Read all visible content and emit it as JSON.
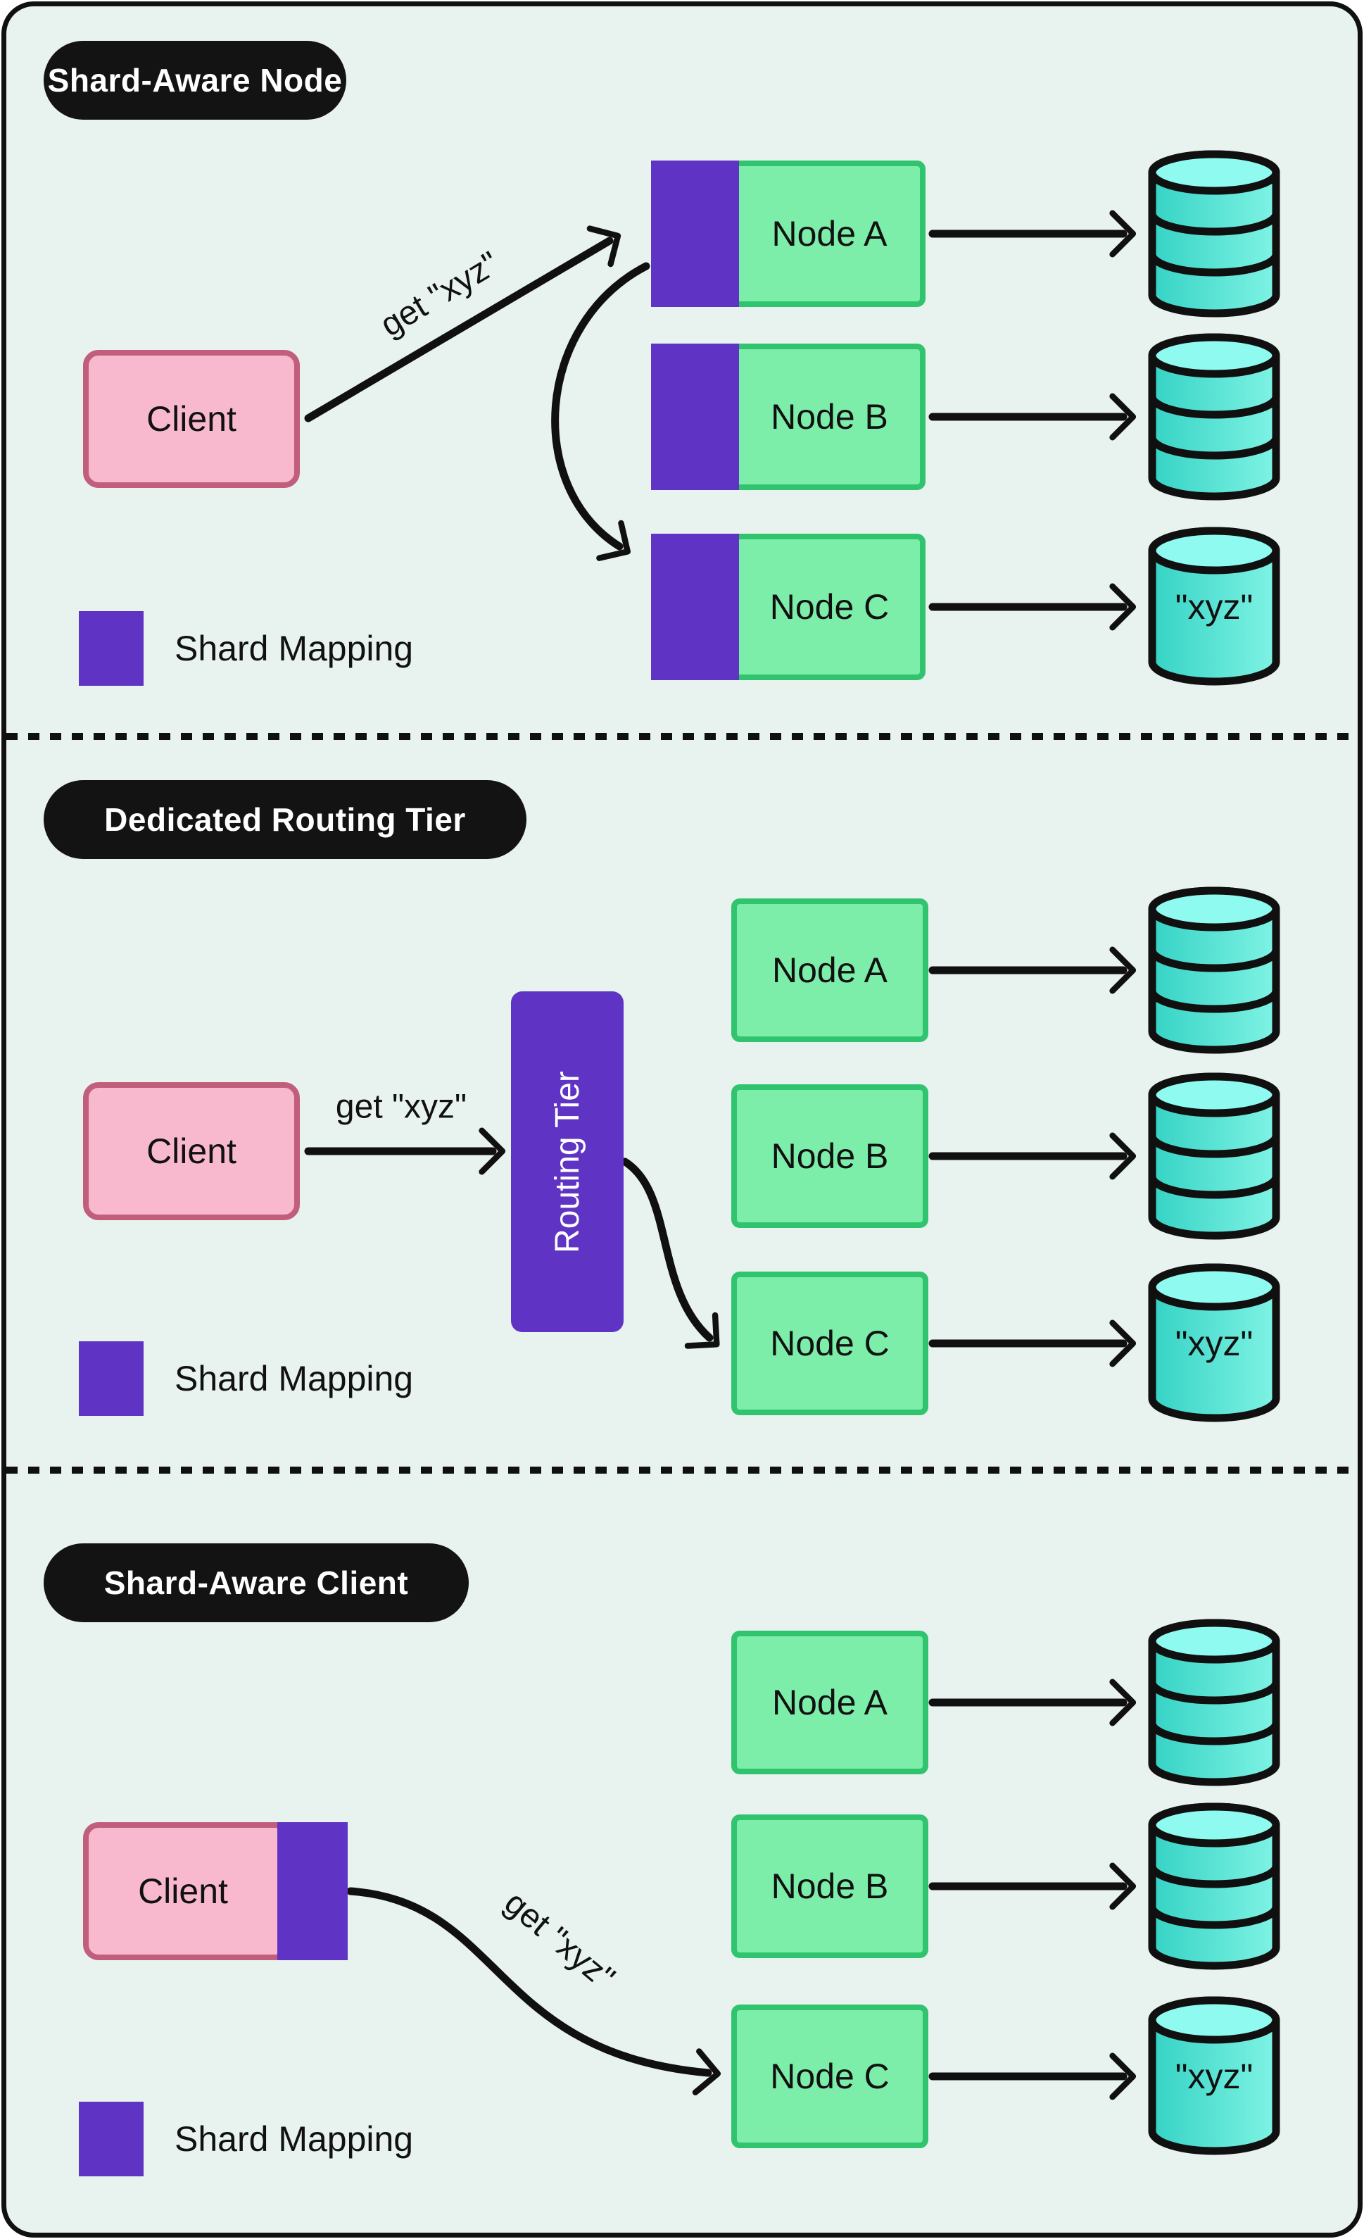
{
  "colors": {
    "background": "#e8f2ee",
    "outline": "#101010",
    "client_fill": "#f8b9cf",
    "client_border": "#c05e7c",
    "node_fill": "#7dedaa",
    "node_border": "#31c46e",
    "shard_purple": "#5f34c4",
    "db_fill_dark": "#35d3c5",
    "db_fill_light": "#7ff3e4",
    "db_top": "#8efaf0",
    "badge_bg": "#131313",
    "badge_text": "#ffffff"
  },
  "sections": [
    {
      "title": "Shard-Aware Node",
      "client": "Client",
      "request": "get \"xyz\"",
      "nodes": [
        "Node A",
        "Node B",
        "Node C"
      ],
      "db_value": "\"xyz\"",
      "legend": "Shard Mapping"
    },
    {
      "title": "Dedicated Routing Tier",
      "client": "Client",
      "request": "get \"xyz\"",
      "router": "Routing Tier",
      "nodes": [
        "Node A",
        "Node B",
        "Node C"
      ],
      "db_value": "\"xyz\"",
      "legend": "Shard Mapping"
    },
    {
      "title": "Shard-Aware Client",
      "client": "Client",
      "request": "get \"xyz\"",
      "nodes": [
        "Node A",
        "Node B",
        "Node C"
      ],
      "db_value": "\"xyz\"",
      "legend": "Shard Mapping"
    }
  ]
}
